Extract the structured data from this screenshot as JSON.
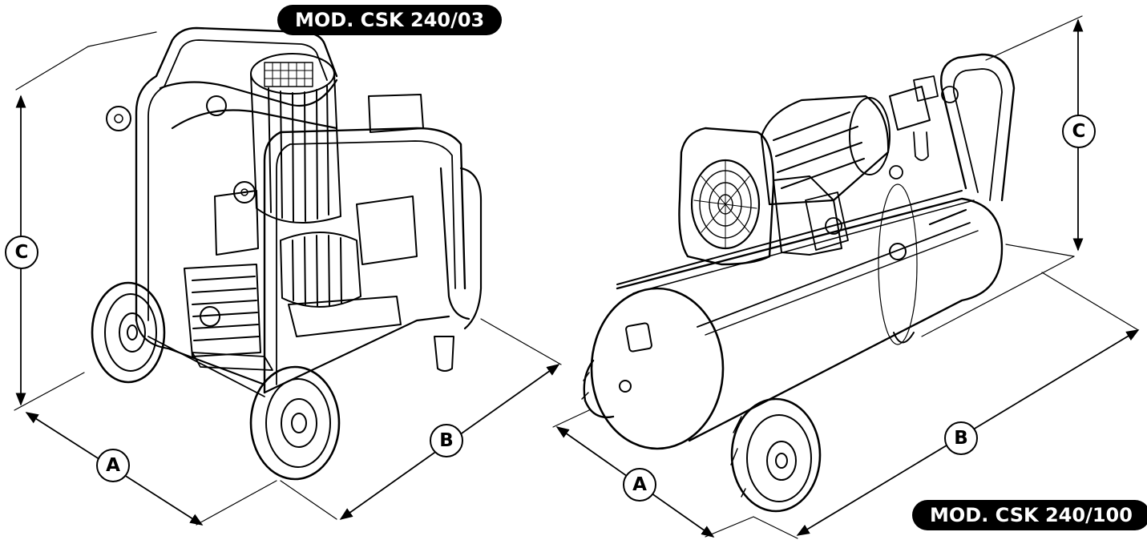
{
  "models": {
    "left": "MOD. CSK 240/03",
    "right": "MOD. CSK 240/100"
  },
  "dimensions": {
    "a": "A",
    "b": "B",
    "c": "C"
  },
  "colors": {
    "ink": "#000000",
    "paper": "#ffffff",
    "badge": "#000000",
    "badge_text": "#ffffff"
  }
}
